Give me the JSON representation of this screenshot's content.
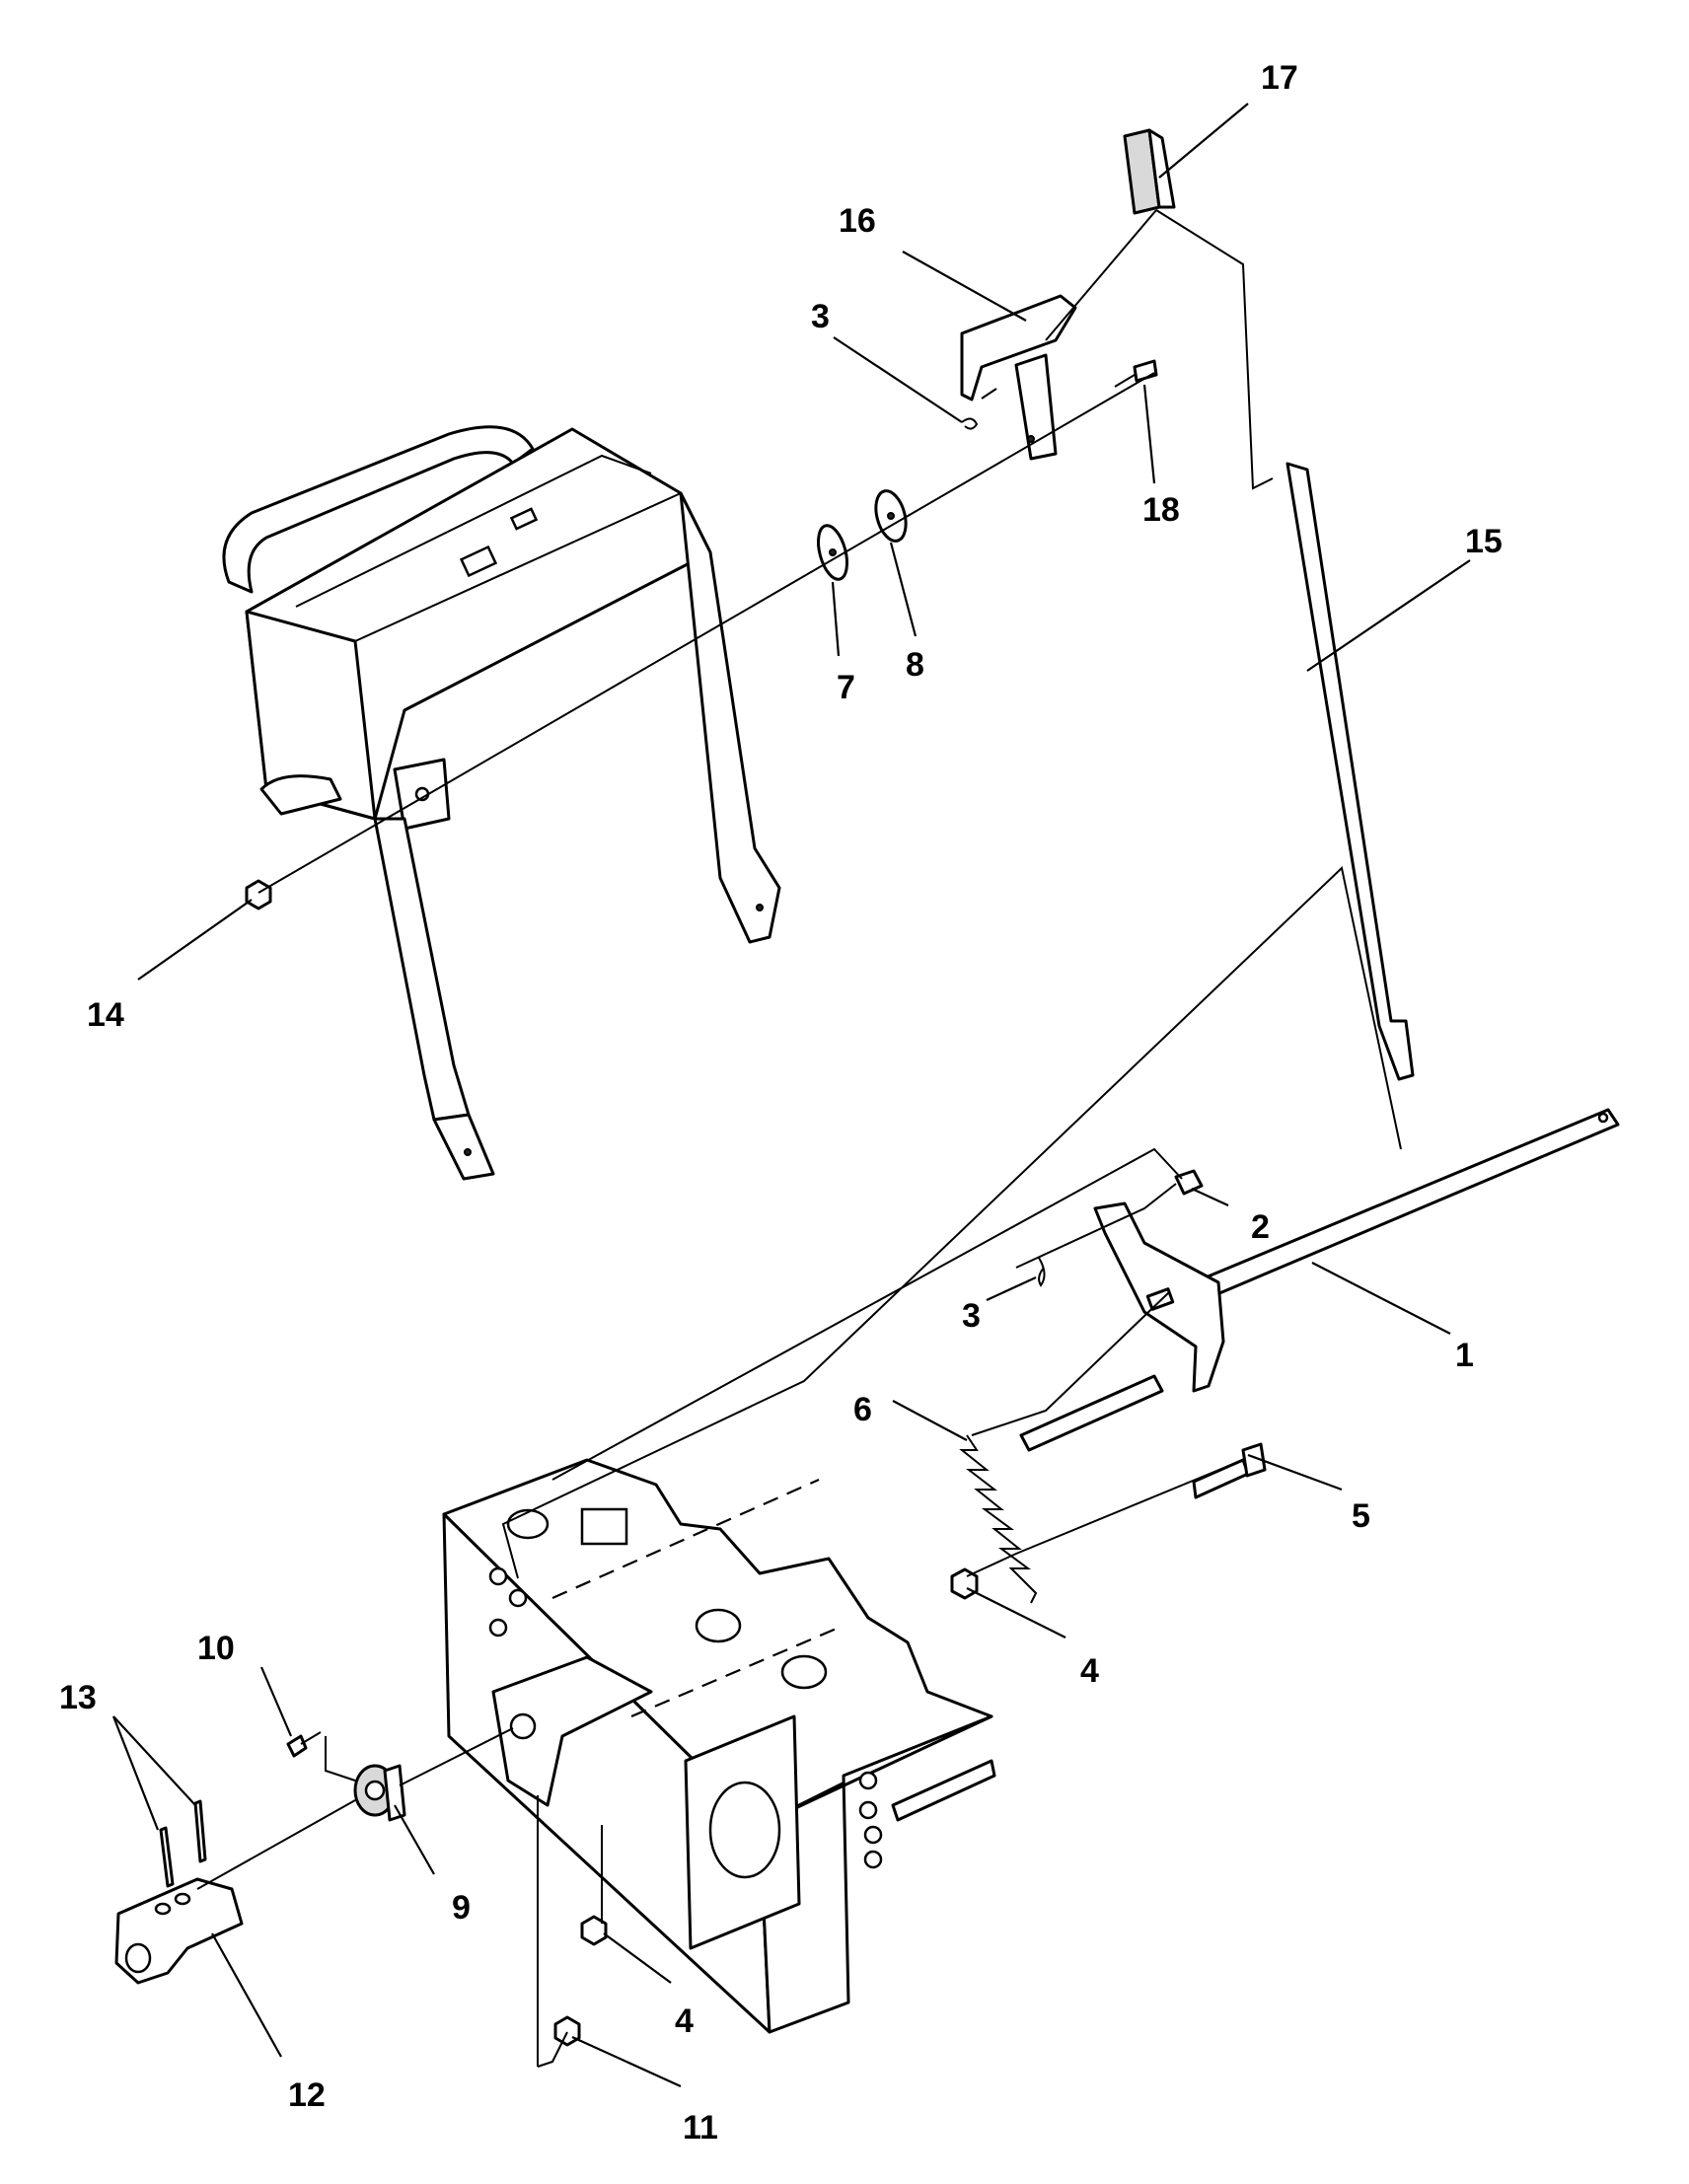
{
  "callouts": {
    "c1": "1",
    "c2": "2",
    "c3a": "3",
    "c3b": "3",
    "c4a": "4",
    "c4b": "4",
    "c5": "5",
    "c6": "6",
    "c7": "7",
    "c8": "8",
    "c9": "9",
    "c10": "10",
    "c11": "11",
    "c12": "12",
    "c13": "13",
    "c14": "14",
    "c15": "15",
    "c16": "16",
    "c17": "17",
    "c18": "18"
  }
}
